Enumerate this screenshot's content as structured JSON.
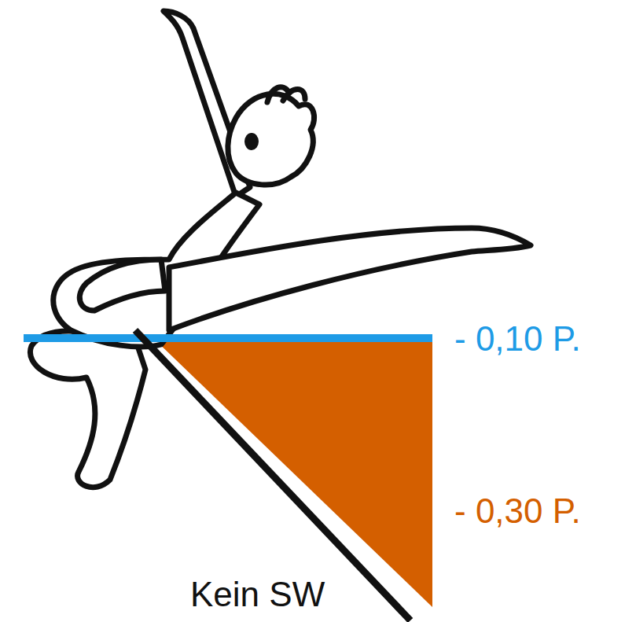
{
  "diagram": {
    "labels": [
      "- 0,10 P.",
      "- 0,30 P.",
      "Kein SW"
    ]
  }
}
